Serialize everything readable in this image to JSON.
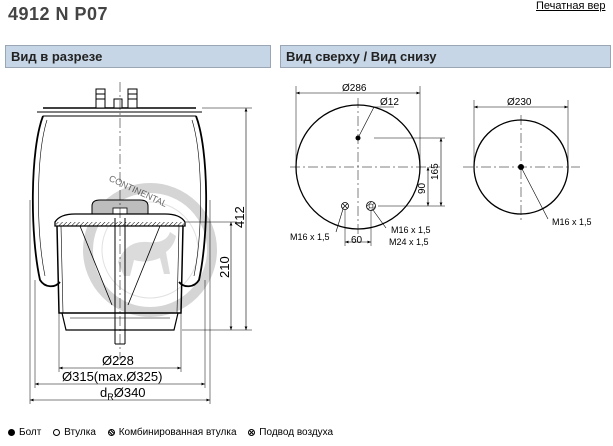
{
  "header": {
    "product_code": "4912 N P07",
    "print_link": "Печатная вер"
  },
  "sections": {
    "section_view": "Вид в разрезе",
    "top_bottom_view": "Вид сверху / Вид снизу"
  },
  "section_dims": {
    "height_total": "412",
    "height_inner": "210",
    "diameter_piston": "Ø228",
    "diameter_max": "Ø315(max.Ø325)",
    "dr_prefix": "d",
    "dr_sub": "R",
    "dr_value": "Ø340",
    "watermark": "CONTINENTAL"
  },
  "top_view": {
    "diameter_plate": "Ø286",
    "hole_diameter": "Ø12",
    "offset_vertical_large": "165",
    "offset_vertical_small": "90",
    "offset_horizontal": "60",
    "thread_left": "M16 x 1,5",
    "thread_right_1": "M16 x 1,5",
    "thread_right_2": "M24 x 1,5"
  },
  "bottom_view": {
    "diameter_plate": "Ø230",
    "thread": "M16 x 1,5"
  },
  "legend": {
    "bolt": "Болт",
    "bushing": "Втулка",
    "combined": "Комбинированная втулка",
    "air": "Подвод воздуха"
  }
}
